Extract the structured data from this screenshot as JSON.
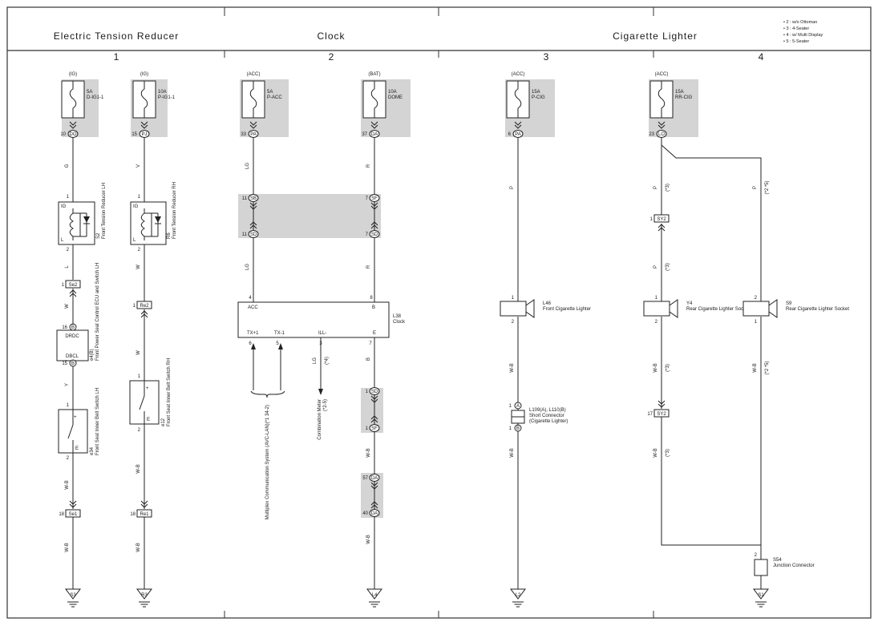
{
  "header": {
    "sections": [
      "Electric Tension Reducer",
      "Clock",
      "Cigarette Lighter"
    ],
    "columns": [
      "1",
      "2",
      "3",
      "4"
    ],
    "legend": [
      "• 2 : w/o Ottoman",
      "• 3 : 4-Seater",
      "• 4 : w/ Multi Display",
      "• 5 : 5-Seater"
    ]
  },
  "fuses": [
    {
      "supply": "(IG)",
      "rating": "5A",
      "name": "D-IG1-1",
      "pin": "10",
      "conn": "DO"
    },
    {
      "supply": "(IG)",
      "rating": "10A",
      "name": "P-IG1-1",
      "pin": "15",
      "conn": "PJ"
    },
    {
      "supply": "(ACC)",
      "rating": "5A",
      "name": "P-ACC",
      "pin": "33",
      "conn": "PA"
    },
    {
      "supply": "(BAT)",
      "rating": "10A",
      "name": "DOME",
      "pin": "37",
      "conn": "DA"
    },
    {
      "supply": "(ACC)",
      "rating": "15A",
      "name": "P-CIG",
      "pin": "6",
      "conn": "PA"
    },
    {
      "supply": "(ACC)",
      "rating": "15A",
      "name": "RR-CIG",
      "pin": "23",
      "conn": "LO"
    }
  ],
  "wire_colors": [
    "G",
    "V",
    "LG",
    "R",
    "P",
    "L",
    "W",
    "Y",
    "W-B",
    "B"
  ],
  "wire_notes": [
    "(*3)",
    "(*2 *5)",
    "(*4)"
  ],
  "connectors": {
    "se2": {
      "pin": "1",
      "name": "Se2"
    },
    "re2": {
      "pin": "1",
      "name": "Re2"
    },
    "se1": {
      "pin": "18",
      "name": "Se1"
    },
    "re1": {
      "pin": "18",
      "name": "Re1"
    },
    "sb": {
      "pin": "11",
      "name": "SB"
    },
    "sd": {
      "pin": "11",
      "name": "SD"
    },
    "sf": {
      "pin": "7",
      "name": "SF"
    },
    "sd2": {
      "pin": "7",
      "name": "SD"
    },
    "sd3": {
      "pin": "1",
      "name": "SD"
    },
    "sf2": {
      "pin": "1",
      "name": "SF"
    },
    "da1": {
      "pin": "57",
      "name": "DA"
    },
    "da2": {
      "pin": "40",
      "name": "DA"
    },
    "sy2a": {
      "pin": "1",
      "name": "SY2"
    },
    "sy2b": {
      "pin": "17",
      "name": "SY2"
    }
  },
  "components": {
    "s2": {
      "pin_top": "1",
      "pin_bot": "2",
      "t_ig": "IG",
      "t_l": "L",
      "code": "S2",
      "name": "Front Tension Reducer LH"
    },
    "r6": {
      "pin_top": "1",
      "pin_bot": "2",
      "t_ig": "IG",
      "t_l": "L",
      "code": "R6",
      "name": "Front Tension Reducer RH"
    },
    "e4": {
      "pin_drdc": "16",
      "pin_dbcl": "15",
      "conn": "B",
      "t_drdc": "DRDC",
      "t_dbcl": "DBCL",
      "code": "e4(B)",
      "name": "Front Power Seat Control ECU and Switch LH"
    },
    "e34": {
      "pin_top": "1",
      "pin_bot": "2",
      "t_plus": "+",
      "t_e": "E",
      "code": "e34",
      "name": "Front Seat Inner Belt Switch LH"
    },
    "e12": {
      "pin_top": "1",
      "pin_bot": "2",
      "t_plus": "+",
      "t_e": "E",
      "code": "e12",
      "name": "Front Seat Inner Belt Switch RH"
    },
    "l38": {
      "code": "L38",
      "name": "Clock",
      "pin_acc": "4",
      "t_acc": "ACC",
      "pin_b": "8",
      "t_b": "B",
      "t_tx1": "TX+1",
      "pin_tx1": "6",
      "t_tx2": "TX-1",
      "pin_tx2": "5",
      "t_ill": "ILL-",
      "pin_ill": "3",
      "t_e": "E",
      "pin_e": "7"
    },
    "mux": {
      "name": "Multiplex Communication System (AVC-LAN)(*1 34-2)"
    },
    "combo": {
      "name": "Combination Meter",
      "ref": "(*2-5)"
    },
    "l46": {
      "code": "L46",
      "name": "Front Cigarette Lighter",
      "pin_top": "1",
      "pin_bot": "2"
    },
    "y4": {
      "code": "Y4",
      "name": "Rear Cigarette Lighter Socket",
      "pin_top": "1",
      "pin_bot": "2"
    },
    "s9": {
      "code": "S9",
      "name": "Rear Cigarette Lighter Socket",
      "pin_top": "2",
      "pin_bot": "1"
    },
    "l109": {
      "name": "L109(A), L110(B)",
      "sub": "Short Connector",
      "sub2": "(Cigarette Lighter)",
      "pin_a": "1",
      "conn_a": "A",
      "pin_b": "1",
      "conn_b": "B"
    },
    "s54": {
      "code": "S54",
      "name": "Junction Connector",
      "pin": "2"
    }
  },
  "grounds": [
    "S3",
    "R3",
    "L4",
    "L2",
    "S1"
  ]
}
